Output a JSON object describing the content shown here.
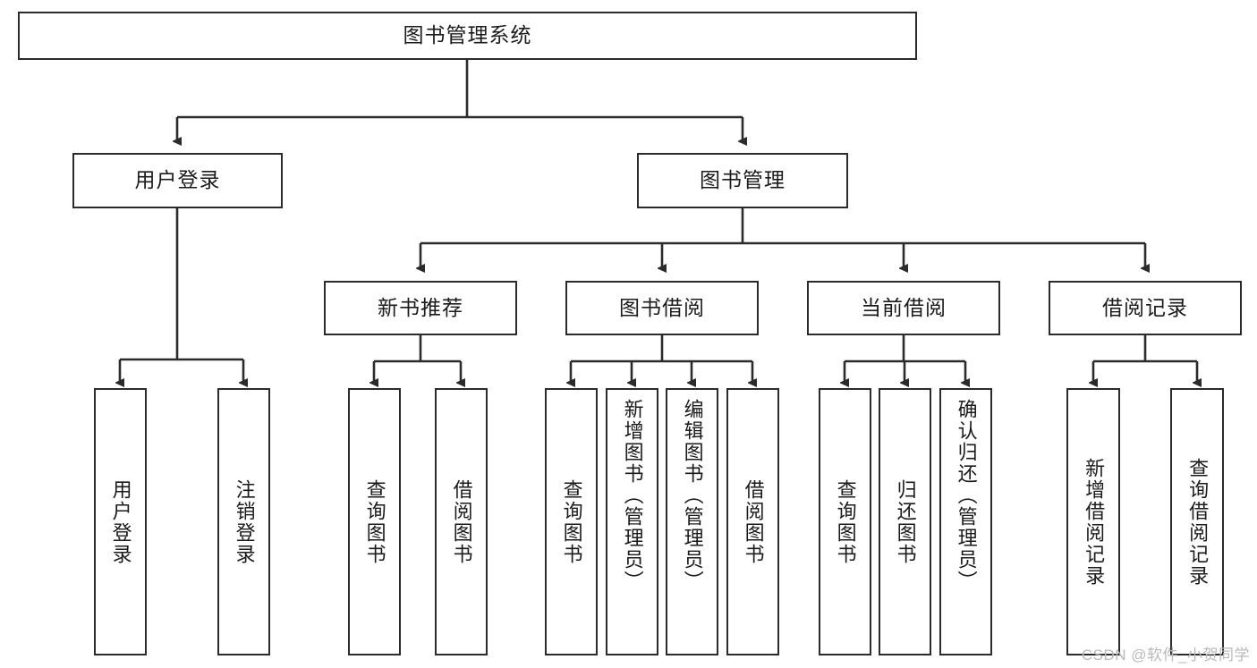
{
  "diagram": {
    "title_text": "图书管理系统",
    "watermark": "CSDN @软件_小贺同学",
    "line_color": "#2b2b2b",
    "box_fill": "#ffffff",
    "box_border": "#2b2b2b",
    "nodes": {
      "root": "图书管理系统",
      "level2": {
        "user_login": "用户登录",
        "book_manage": "图书管理"
      },
      "level3": {
        "new_book_recommend": "新书推荐",
        "book_borrow": "图书借阅",
        "current_borrow": "当前借阅",
        "borrow_record": "借阅记录"
      },
      "leaves": {
        "user_login_1": "用户登录",
        "user_login_2": "注销登录",
        "recommend_1": "查询图书",
        "recommend_2": "借阅图书",
        "borrow_1": "查询图书",
        "borrow_2": "新增图书（管理员）",
        "borrow_3": "编辑图书（管理员）",
        "borrow_4": "借阅图书",
        "current_1": "查询图书",
        "current_2": "归还图书",
        "current_3": "确认归还（管理员）",
        "record_1": "新增借阅记录",
        "record_2": "查询借阅记录"
      }
    }
  }
}
